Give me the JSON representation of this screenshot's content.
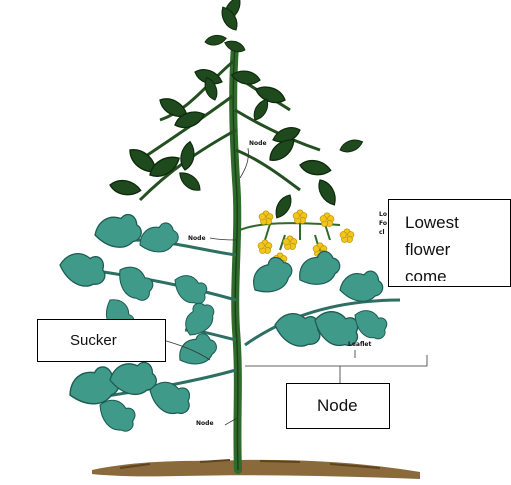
{
  "diagram": {
    "callouts": {
      "lowest_flower": "Lowest flower come",
      "lowest_flower_lines": [
        "Lowest",
        "flower",
        "come"
      ],
      "sucker": "Sucker",
      "node": "Node"
    },
    "small_labels": {
      "node_top": "Node",
      "node_left": "Node",
      "node_bottom": "Node",
      "leaflet": "Leaflet",
      "cluster_line1": "Lo",
      "cluster_line2": "Fo",
      "cluster_line3": "cl"
    },
    "colors": {
      "dark_foliage": "#1f4a1d",
      "teal_foliage": "#3f9a8a",
      "teal_outline": "#1d5c52",
      "stem": "#2f6b2a",
      "flower": "#f2c51b",
      "soil": "#8a6a3a"
    }
  }
}
